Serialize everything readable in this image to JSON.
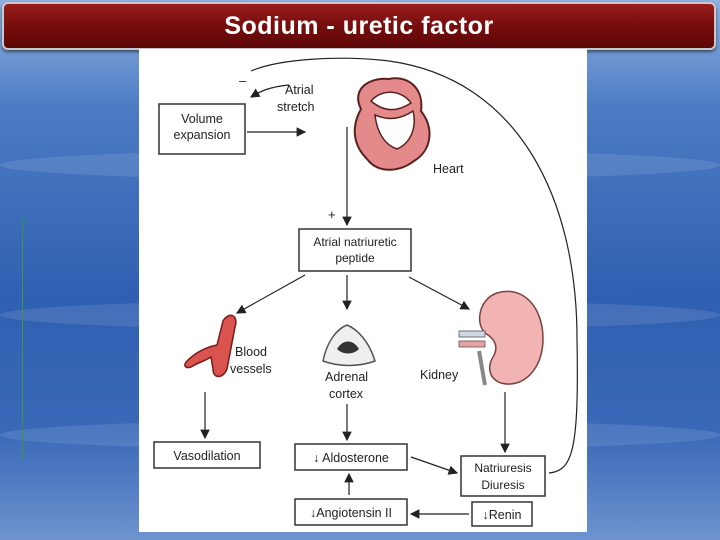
{
  "title": "Sodium - uretic  factor",
  "diagram": {
    "labels": {
      "atrial_stretch": [
        "Atrial",
        "stretch"
      ],
      "minus_sign": "–",
      "plus_sign": "+",
      "heart": "Heart",
      "blood_vessels": [
        "Blood",
        "vessels"
      ],
      "adrenal_cortex": [
        "Adrenal",
        "cortex"
      ],
      "kidney": "Kidney"
    },
    "boxes": {
      "volume_expansion": [
        "Volume",
        "expansion"
      ],
      "anp": [
        "Atrial natriuretic",
        "peptide"
      ],
      "vasodilation": "Vasodilation",
      "aldosterone": "↓ Aldosterone",
      "natriuresis": [
        "Natriuresis",
        "Diuresis"
      ],
      "angiotensin": "↓Angiotensin II",
      "renin": "↓Renin"
    }
  },
  "colors": {
    "title_bar": "#7a0e0e",
    "heart": "#e58a8a",
    "vessel": "#d9534f",
    "kidney": "#f2b3b3"
  }
}
